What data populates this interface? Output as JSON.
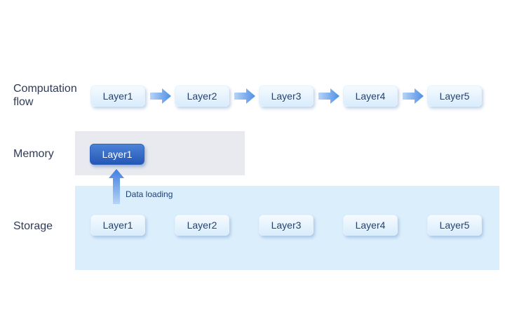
{
  "rows": {
    "computation_line1": "Computation",
    "computation_line2": "flow",
    "memory": "Memory",
    "storage": "Storage"
  },
  "computation_layers": [
    "Layer1",
    "Layer2",
    "Layer3",
    "Layer4",
    "Layer5"
  ],
  "memory_layers": [
    "Layer1"
  ],
  "storage_layers": [
    "Layer1",
    "Layer2",
    "Layer3",
    "Layer4",
    "Layer5"
  ],
  "annotation": "Data loading",
  "colors": {
    "memory_panel": "#e8eaf0",
    "storage_panel": "#dbeefb",
    "chip_text": "#26426d",
    "active_chip": "#2e62c0",
    "arrow": "#4f8ee6"
  }
}
